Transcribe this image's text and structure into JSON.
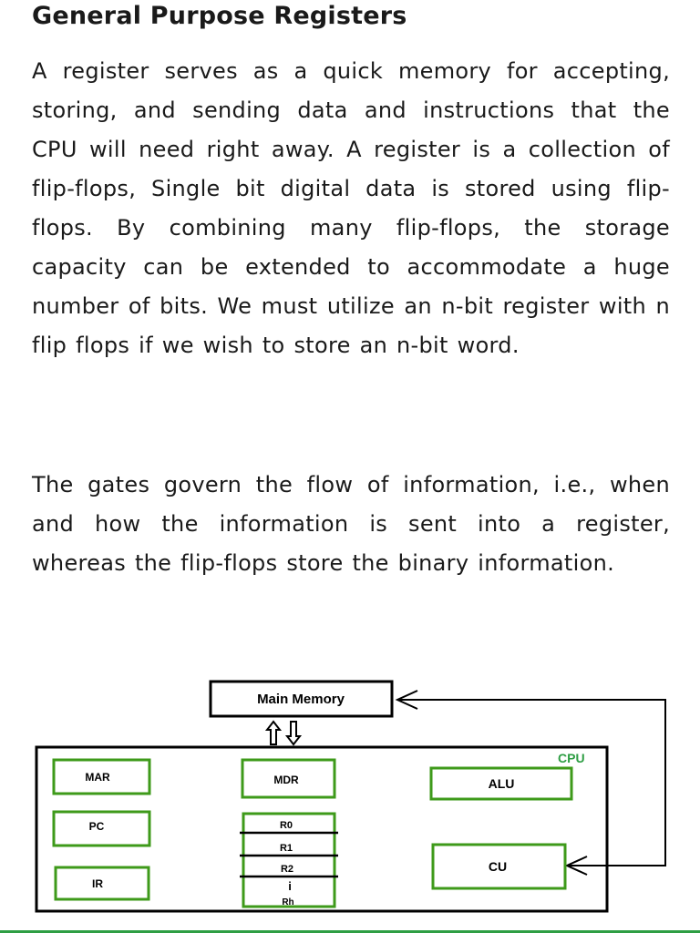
{
  "article": {
    "title": "General Purpose Registers",
    "paragraph1": "A register serves as a quick memory for accepting, storing, and sending data and instructions that the CPU will need right away. A register is a collection of flip-flops, Single bit digital data is stored using flip-flops. By combining many flip-flops, the storage capacity can be extended to accommodate a huge number of bits. We must utilize an n-bit register with n flip flops if we wish to store an n-bit word.",
    "paragraph2": "The gates govern the flow of information, i.e., when and how the information is sent into a register, whereas the flip-flops store the binary information."
  },
  "diagram": {
    "main_memory": "Main Memory",
    "cpu_label": "CPU",
    "registers_left": [
      "MAR",
      "PC",
      "IR"
    ],
    "mdr": "MDR",
    "register_stack": [
      "R0",
      "R1",
      "R2",
      "i",
      "Rh"
    ],
    "alu": "ALU",
    "cu": "CU",
    "colors": {
      "box_border": "#3e9a1a",
      "cpu_text": "#2e9e44",
      "outline": "#000000",
      "bottom_bar": "#2e9e44"
    }
  }
}
